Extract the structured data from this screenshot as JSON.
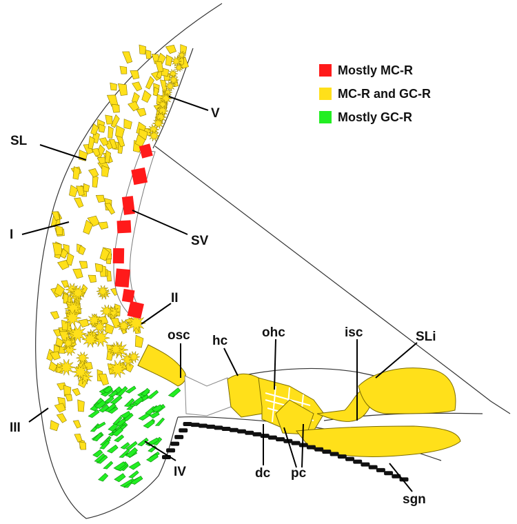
{
  "legend": [
    {
      "label": "Mostly MC-R",
      "color": "#ff1a1a"
    },
    {
      "label": "MC-R and GC-R",
      "color": "#ffe01a"
    },
    {
      "label": "Mostly GC-R",
      "color": "#22ee22"
    }
  ],
  "labels": {
    "V": "V",
    "SL": "SL",
    "I": "I",
    "SV": "SV",
    "II": "II",
    "III": "III",
    "IV": "IV",
    "osc": "osc",
    "hc": "hc",
    "ohc": "ohc",
    "isc": "isc",
    "SLi": "SLi",
    "dc": "dc",
    "pc": "pc",
    "sgn": "sgn"
  },
  "colors": {
    "yellow": "#ffe01a",
    "red": "#ff1a1a",
    "green": "#22ee22",
    "black": "#111111"
  }
}
